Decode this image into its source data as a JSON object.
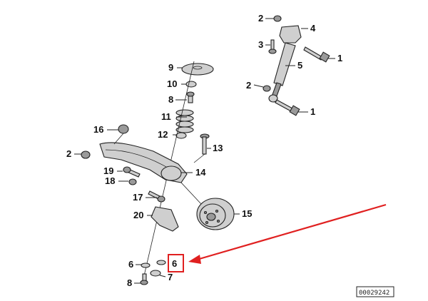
{
  "diagram": {
    "catalog_number": "00029242",
    "highlight_color": "#e02020",
    "callouts": [
      {
        "id": "c1a",
        "text": "1"
      },
      {
        "id": "c1b",
        "text": "1"
      },
      {
        "id": "c2a",
        "text": "2"
      },
      {
        "id": "c2b",
        "text": "2"
      },
      {
        "id": "c2c",
        "text": "2"
      },
      {
        "id": "c3",
        "text": "3"
      },
      {
        "id": "c4",
        "text": "4"
      },
      {
        "id": "c5",
        "text": "5"
      },
      {
        "id": "c6a",
        "text": "6"
      },
      {
        "id": "c6b",
        "text": "6"
      },
      {
        "id": "c7",
        "text": "7"
      },
      {
        "id": "c8a",
        "text": "8"
      },
      {
        "id": "c8b",
        "text": "8"
      },
      {
        "id": "c9",
        "text": "9"
      },
      {
        "id": "c10",
        "text": "10"
      },
      {
        "id": "c11",
        "text": "11"
      },
      {
        "id": "c12",
        "text": "12"
      },
      {
        "id": "c13",
        "text": "13"
      },
      {
        "id": "c14",
        "text": "14"
      },
      {
        "id": "c15",
        "text": "15"
      },
      {
        "id": "c16",
        "text": "16"
      },
      {
        "id": "c17",
        "text": "17"
      },
      {
        "id": "c18",
        "text": "18"
      },
      {
        "id": "c19",
        "text": "19"
      },
      {
        "id": "c20",
        "text": "20"
      }
    ]
  }
}
